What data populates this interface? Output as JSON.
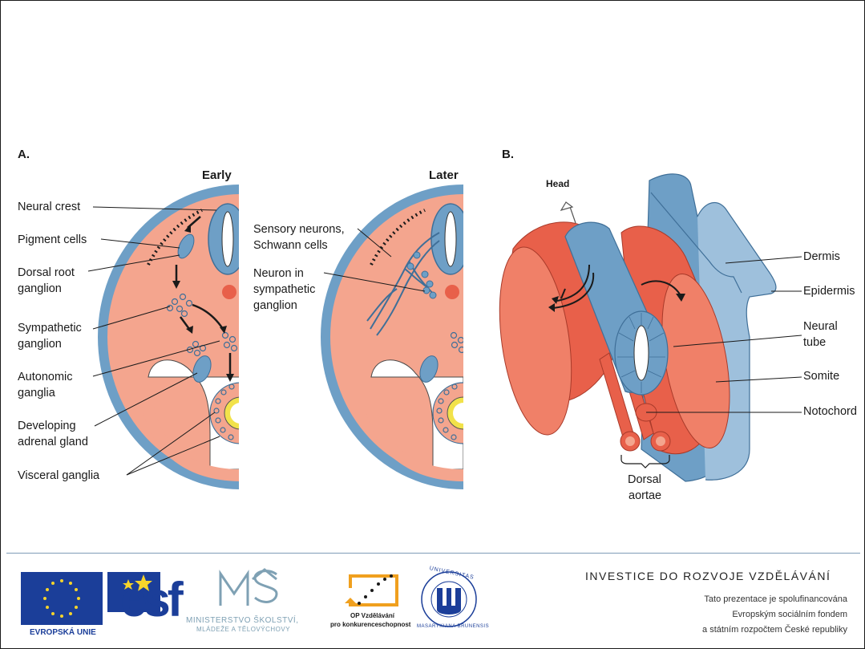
{
  "panel_a": {
    "label": "A.",
    "early": {
      "heading": "Early",
      "labels": {
        "neural_crest": "Neural crest",
        "pigment_cells": "Pigment cells",
        "dorsal_root_1": "Dorsal root",
        "dorsal_root_2": "ganglion",
        "sympathetic_1": "Sympathetic",
        "sympathetic_2": "ganglion",
        "autonomic_1": "Autonomic",
        "autonomic_2": "ganglia",
        "adrenal_1": "Developing",
        "adrenal_2": "adrenal gland",
        "visceral": "Visceral ganglia"
      }
    },
    "later": {
      "heading": "Later",
      "labels": {
        "sensory_1": "Sensory neurons,",
        "sensory_2": "Schwann cells",
        "neuron_1": "Neuron in",
        "neuron_2": "sympathetic",
        "neuron_3": "ganglion"
      }
    }
  },
  "panel_b": {
    "label": "B.",
    "head": "Head",
    "labels": {
      "dermis": "Dermis",
      "epidermis": "Epidermis",
      "neural_1": "Neural",
      "neural_2": "tube",
      "somite": "Somite",
      "notochord": "Notochord",
      "dorsal_1": "Dorsal",
      "dorsal_2": "aortae"
    }
  },
  "footer": {
    "title": "INVESTICE DO ROZVOJE VZDĚLÁVÁNÍ",
    "note_1": "Tato prezentace je spolufinancována",
    "note_2": "Evropským sociálním fondem",
    "note_3": "a státním rozpočtem České republiky",
    "logo_eu": "EVROPSKÁ UNIE",
    "logo_esf": "esf",
    "logo_msmt_1": "MINISTERSTVO ŠKOLSTVÍ,",
    "logo_msmt_2": "MLÁDEŽE A TĚLOVÝCHOVY",
    "logo_op_1": "OP Vzdělávání",
    "logo_op_2": "pro konkurenceschopnost",
    "logo_mu_top": "UNIVERSITAS",
    "logo_mu_bottom": "MASARYKIANA BRUNENSIS"
  },
  "colors": {
    "blue": "#6e9fc6",
    "blue_dark": "#3f6f98",
    "pink": "#f4a58e",
    "red": "#e8604a",
    "yellow": "#f2e24a"
  }
}
